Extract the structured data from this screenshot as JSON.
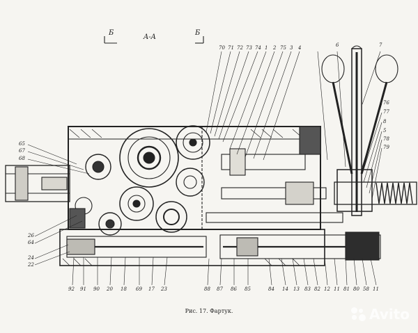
{
  "figure": {
    "section_label": "A-A",
    "view_mark_left": "Б",
    "view_mark_right": "Б",
    "caption": "Рис. 17. Фартук."
  },
  "callouts": {
    "top": [
      "70",
      "71",
      "72",
      "73",
      "74",
      "1",
      "2",
      "75",
      "3",
      "4",
      "6",
      "7"
    ],
    "left": [
      "65",
      "67",
      "68",
      "26",
      "64",
      "24",
      "22"
    ],
    "right": [
      "76",
      "77",
      "8",
      "5",
      "78",
      "79"
    ],
    "bottom": [
      "92",
      "91",
      "90",
      "20",
      "18",
      "69",
      "17",
      "23",
      "88",
      "87",
      "86",
      "85",
      "84",
      "14",
      "13",
      "83",
      "82",
      "12",
      "11",
      "81",
      "80",
      "58",
      "11"
    ]
  },
  "watermark": {
    "text": "Avito",
    "icon": "avito-dots-icon"
  }
}
